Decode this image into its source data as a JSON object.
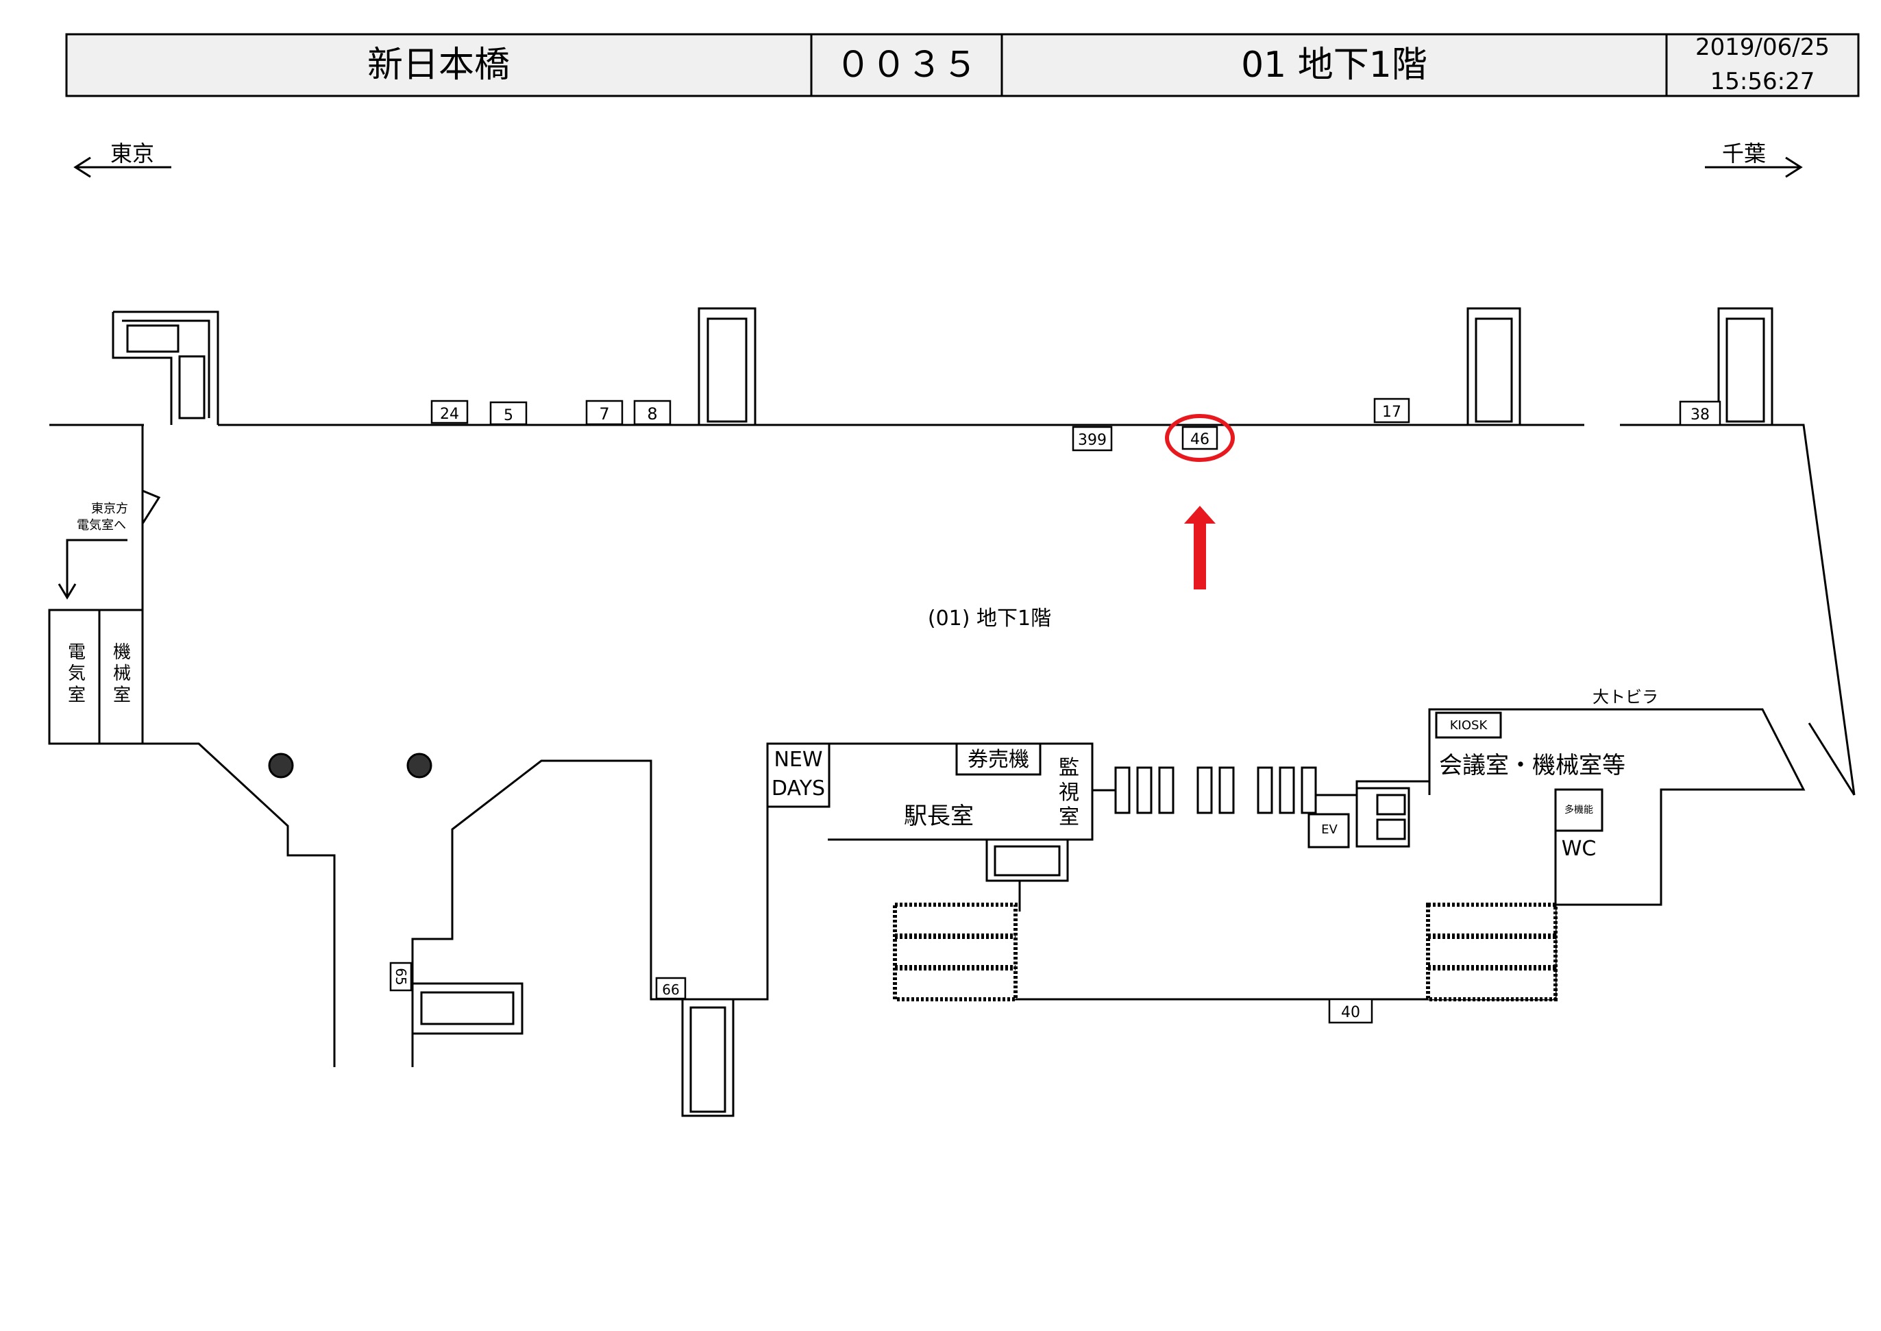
{
  "header": {
    "station": "新日本橋",
    "code": "００３５",
    "floor": "01  地下1階",
    "date": "2019/06/25",
    "time": "15:56:27"
  },
  "directions": {
    "left": "東京",
    "right": "千葉"
  },
  "floor_label": "(01) 地下1階",
  "rooms": {
    "electric": "電\n気\n室",
    "machine": "機\n械\n室",
    "tokyo_note_1": "東京方",
    "tokyo_note_2": "電気室へ",
    "newdays_1": "NEW",
    "newdays_2": "DAYS",
    "ticket_machine": "券売機",
    "station_master": "駅長室",
    "monitor": "監\n視\n室",
    "kiosk": "KIOSK",
    "meeting": "会議室・機械室等",
    "big_door": "大トビラ",
    "multi": "多機能",
    "wc": "WC",
    "ev": "EV"
  },
  "ad_positions": [
    "24",
    "5",
    "7",
    "8",
    "399",
    "46",
    "17",
    "38",
    "40",
    "65",
    "66"
  ],
  "highlight": {
    "target": "46",
    "color": "#e8191e"
  }
}
